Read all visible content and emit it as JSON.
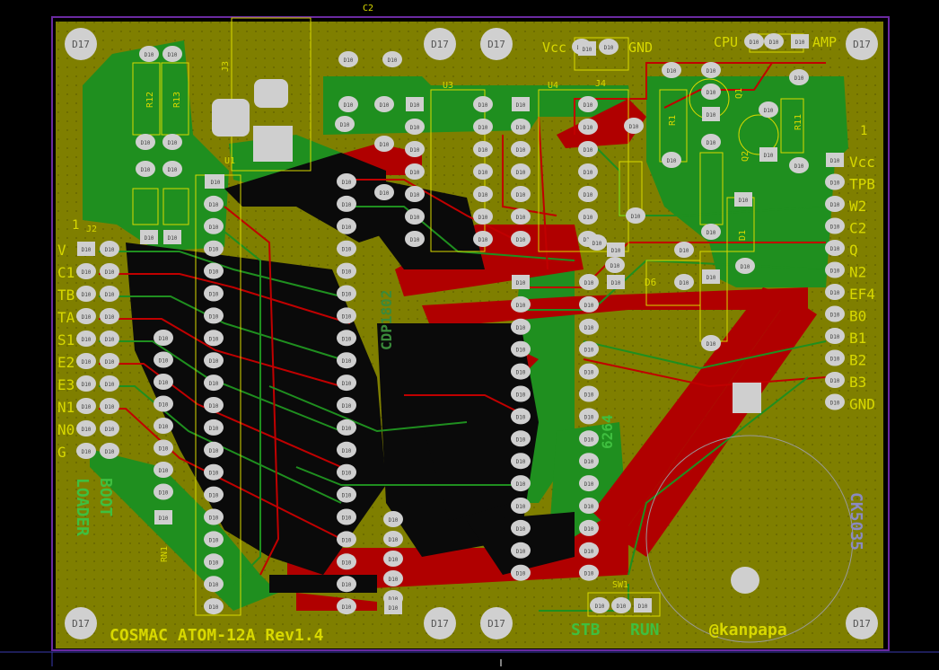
{
  "board": {
    "title_text": "COSMAC ATOM-12A Rev1.4",
    "author_text": "@kanpapa",
    "boot_label": "BOOT",
    "loader_label": "LOADER",
    "buzzer_text": "CK5035",
    "cpu_label": "CDP1802",
    "ram_label": "6264",
    "pin1_left": "1",
    "pin1_right": "1"
  },
  "power": {
    "vcc": "Vcc",
    "gnd": "GND"
  },
  "selector": {
    "cpu": "CPU",
    "amp": "AMP"
  },
  "switch": {
    "name": "SW1",
    "stb": "STB",
    "run": "RUN"
  },
  "left_header": {
    "labels": [
      "V",
      "C1",
      "TB",
      "TA",
      "S1",
      "E2",
      "E3",
      "N1",
      "N0",
      "G"
    ]
  },
  "right_header": {
    "labels": [
      "Vcc",
      "TPB",
      "W2",
      "C2",
      "Q",
      "N2",
      "EF4",
      "B0",
      "B1",
      "B2",
      "B3",
      "GND"
    ]
  },
  "refs": {
    "J2": "J2",
    "J3": "J3",
    "J4": "J4",
    "U1": "U1",
    "U3": "U3",
    "U4": "U4",
    "C2": "C2",
    "R12": "R12",
    "R13": "R13",
    "R1": "R1",
    "R11": "R11",
    "Q1": "Q1",
    "Q2": "Q2",
    "D1": "D1",
    "D6": "D6",
    "RN1": "RN1"
  },
  "mount_hole_label": "D17",
  "pad_label": "D10",
  "colors": {
    "board": "#7f7f00",
    "copper_front": "#c00000",
    "copper_back": "#1f8f1f",
    "silk": "#d8d800",
    "pad": "#cfcfcf",
    "background": "#000000"
  }
}
